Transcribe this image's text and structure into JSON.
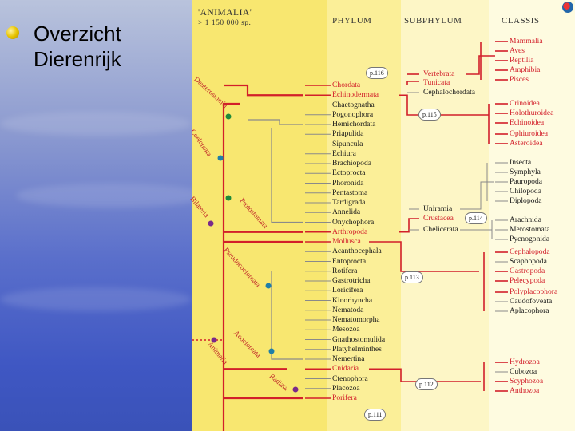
{
  "slide": {
    "bullet_line1": "Overzicht",
    "bullet_line2": "Dierenrijk"
  },
  "figure": {
    "title": "'ANIMALIA'",
    "species_count": "> 1 150 000 sp.",
    "headers": {
      "phylum": "PHYLUM",
      "subphylum": "SUBPHYLUM",
      "classis": "CLASSIS"
    },
    "clade_labels": [
      {
        "text": "Deuterostomia"
      },
      {
        "text": "Coelomata"
      },
      {
        "text": "Protostomata"
      },
      {
        "text": "Bilateria"
      },
      {
        "text": "Pseudocoelomata"
      },
      {
        "text": "Acoelomata"
      },
      {
        "text": "Animalia"
      },
      {
        "text": "Radiata"
      }
    ],
    "page_refs": [
      "p.116",
      "p.115",
      "p.114",
      "p.113",
      "p.112",
      "p.111"
    ],
    "phyla": [
      {
        "name": "Chordata",
        "highlight": true
      },
      {
        "name": "Echinodermata",
        "highlight": true
      },
      {
        "name": "Chaetognatha",
        "highlight": false
      },
      {
        "name": "Pogonophora",
        "highlight": false
      },
      {
        "name": "Hemichordata",
        "highlight": false
      },
      {
        "name": "Priapulida",
        "highlight": false
      },
      {
        "name": "Sipuncula",
        "highlight": false
      },
      {
        "name": "Echiura",
        "highlight": false
      },
      {
        "name": "Brachiopoda",
        "highlight": false
      },
      {
        "name": "Ectoprocta",
        "highlight": false
      },
      {
        "name": "Phoronida",
        "highlight": false
      },
      {
        "name": "Pentastoma",
        "highlight": false
      },
      {
        "name": "Tardigrada",
        "highlight": false
      },
      {
        "name": "Annelida",
        "highlight": false
      },
      {
        "name": "Onychophora",
        "highlight": false
      },
      {
        "name": "Arthropoda",
        "highlight": true
      },
      {
        "name": "Mollusca",
        "highlight": true
      },
      {
        "name": "Acanthocephala",
        "highlight": false
      },
      {
        "name": "Entoprocta",
        "highlight": false
      },
      {
        "name": "Rotifera",
        "highlight": false
      },
      {
        "name": "Gastrotricha",
        "highlight": false
      },
      {
        "name": "Loricifera",
        "highlight": false
      },
      {
        "name": "Kinorhyncha",
        "highlight": false
      },
      {
        "name": "Nematoda",
        "highlight": false
      },
      {
        "name": "Nematomorpha",
        "highlight": false
      },
      {
        "name": "Mesozoa",
        "highlight": false
      },
      {
        "name": "Gnathostomulida",
        "highlight": false
      },
      {
        "name": "Platyhelminthes",
        "highlight": false
      },
      {
        "name": "Nemertina",
        "highlight": false
      },
      {
        "name": "Cnidaria",
        "highlight": true
      },
      {
        "name": "Ctenophora",
        "highlight": false
      },
      {
        "name": "Placozoa",
        "highlight": false
      },
      {
        "name": "Porifera",
        "highlight": true
      }
    ],
    "subphyla": [
      {
        "name": "Vertebrata",
        "highlight": true
      },
      {
        "name": "Tunicata",
        "highlight": true
      },
      {
        "name": "Cephalochordata",
        "highlight": false
      },
      {
        "name": "Uniramia",
        "highlight": false
      },
      {
        "name": "Crustacea",
        "highlight": true
      },
      {
        "name": "Chelicerata",
        "highlight": false
      }
    ],
    "classes": [
      {
        "name": "Mammalia",
        "highlight": true
      },
      {
        "name": "Aves",
        "highlight": true
      },
      {
        "name": "Reptilia",
        "highlight": true
      },
      {
        "name": "Amphibia",
        "highlight": true
      },
      {
        "name": "Pisces",
        "highlight": true
      },
      {
        "name": "Crinoidea",
        "highlight": true
      },
      {
        "name": "Holothuroidea",
        "highlight": true
      },
      {
        "name": "Echinoidea",
        "highlight": true
      },
      {
        "name": "Ophiuroidea",
        "highlight": true
      },
      {
        "name": "Asteroidea",
        "highlight": true
      },
      {
        "name": "Insecta",
        "highlight": false
      },
      {
        "name": "Symphyla",
        "highlight": false
      },
      {
        "name": "Pauropoda",
        "highlight": false
      },
      {
        "name": "Chilopoda",
        "highlight": false
      },
      {
        "name": "Diplopoda",
        "highlight": false
      },
      {
        "name": "Arachnida",
        "highlight": false
      },
      {
        "name": "Merostomata",
        "highlight": false
      },
      {
        "name": "Pycnogonida",
        "highlight": false
      },
      {
        "name": "Cephalopoda",
        "highlight": true
      },
      {
        "name": "Scaphopoda",
        "highlight": false
      },
      {
        "name": "Gastropoda",
        "highlight": true
      },
      {
        "name": "Pelecypoda",
        "highlight": true
      },
      {
        "name": "Polyplacophora",
        "highlight": true
      },
      {
        "name": "Caudofoveata",
        "highlight": false
      },
      {
        "name": "Aplacophora",
        "highlight": false
      },
      {
        "name": "Hydrozoa",
        "highlight": true
      },
      {
        "name": "Cubozoa",
        "highlight": false
      },
      {
        "name": "Scyphozoa",
        "highlight": true
      },
      {
        "name": "Anthozoa",
        "highlight": true
      }
    ],
    "colors": {
      "highlight": "#d21f2a",
      "normal": "#1a1a1a",
      "line": "#8a8a8a",
      "node_green": "#1f8a3a",
      "node_teal": "#1f7fa8",
      "node_purple": "#7a2a8a",
      "band_dark": "#f8e770",
      "band_mid": "#fbef98",
      "band_light": "#fdf6c6"
    }
  }
}
